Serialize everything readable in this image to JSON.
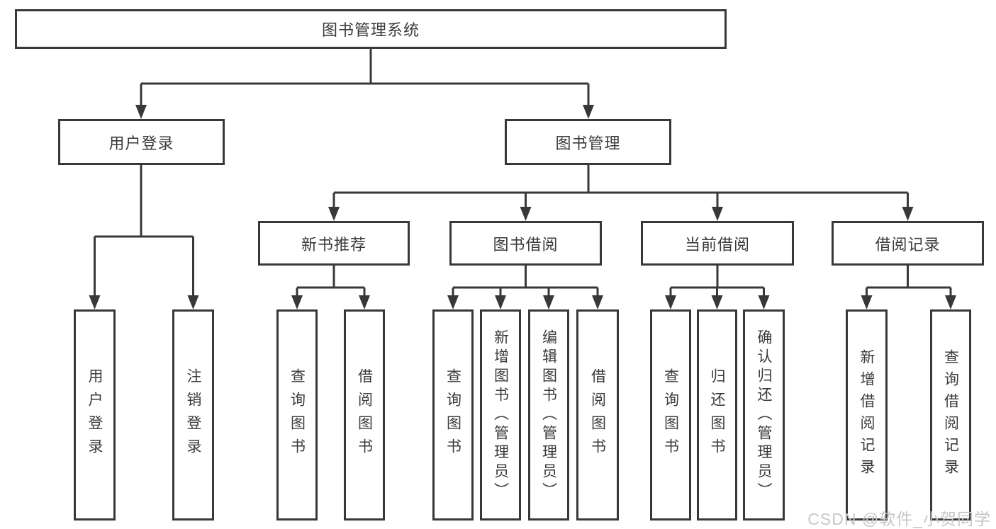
{
  "tree": {
    "root": "图书管理系统",
    "branches": [
      {
        "label": "用户登录",
        "children": [
          "用户登录",
          "注销登录"
        ]
      },
      {
        "label": "图书管理",
        "sections": [
          {
            "label": "新书推荐",
            "children": [
              "查询图书",
              "借阅图书"
            ]
          },
          {
            "label": "图书借阅",
            "children": [
              "查询图书",
              "新增图书（管理员）",
              "编辑图书（管理员）",
              "借阅图书"
            ]
          },
          {
            "label": "当前借阅",
            "children": [
              "查询图书",
              "归还图书",
              "确认归还（管理员）"
            ]
          },
          {
            "label": "借阅记录",
            "children": [
              "新增借阅记录",
              "查询借阅记录"
            ]
          }
        ]
      }
    ]
  },
  "watermark": "CSDN @软件_小贺同学",
  "colors": {
    "line": "#383838",
    "text": "#3a3a3a",
    "background": "#ffffff",
    "watermark": "#c7c7c7"
  }
}
